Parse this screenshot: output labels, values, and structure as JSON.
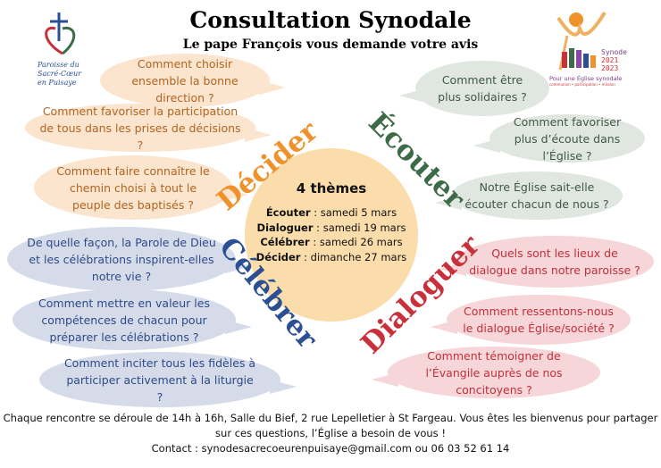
{
  "header": {
    "title": "Consultation Synodale",
    "subtitle": "Le pape François vous demande votre avis"
  },
  "logos": {
    "left": "Paroisse du Sacré-Cœur en Puisaye",
    "right": {
      "title": "Synode",
      "years1": "2021",
      "years2": "2023",
      "tagline": "Pour une Église synodale",
      "subtagline": "communion • participation • mission"
    }
  },
  "themes": {
    "decider": "Décider",
    "ecouter": "Écouter",
    "celebrer": "Célébrer",
    "dialoguer": "Dialoguer"
  },
  "colors": {
    "decider": "#f0922b",
    "ecouter": "#3d6b47",
    "celebrer": "#2a4f93",
    "dialoguer": "#c8313b"
  },
  "questions": {
    "decider": [
      "Comment choisir ensemble la bonne direction ?",
      "Comment favoriser la participation de tous dans les prises de décisions ?",
      "Comment faire connaître le chemin choisi à tout le peuple des baptisés ?"
    ],
    "ecouter": [
      "Comment être plus solidaires ?",
      "Comment favoriser plus d’écoute dans l’Église ?",
      "Notre Église sait-elle écouter chacun de nous ?"
    ],
    "celebrer": [
      "De quelle façon, la Parole de Dieu et les célébrations inspirent-elles notre vie ?",
      "Comment mettre en valeur les compétences de chacun pour préparer les célébrations ?",
      "Comment inciter tous les fidèles à participer activement à la liturgie ?"
    ],
    "dialoguer": [
      "Quels sont les lieux de dialogue dans notre paroisse ?",
      "Comment ressentons-nous le dialogue Église/société ?",
      "Comment témoigner de l’Évangile auprès de nos concitoyens ?"
    ]
  },
  "center": {
    "title": "4 thèmes",
    "schedule": [
      {
        "theme": "Écouter",
        "date": " : samedi 5 mars"
      },
      {
        "theme": "Dialoguer",
        "date": " : samedi 19 mars"
      },
      {
        "theme": "Célébrer",
        "date": " : samedi 26 mars"
      },
      {
        "theme": "Décider",
        "date": " : dimanche 27 mars"
      }
    ]
  },
  "footer": {
    "line1": "Chaque rencontre se déroule de 14h à 16h, Salle du Bief, 2 rue Lepelletier à St Fargeau. Vous êtes les bienvenus pour partager",
    "line2": "sur ces questions, l’Église a besoin de vous !",
    "line3": "Contact : synodesacrecoeurenpuisaye@gmail.com ou 06 03 52 61 14"
  }
}
